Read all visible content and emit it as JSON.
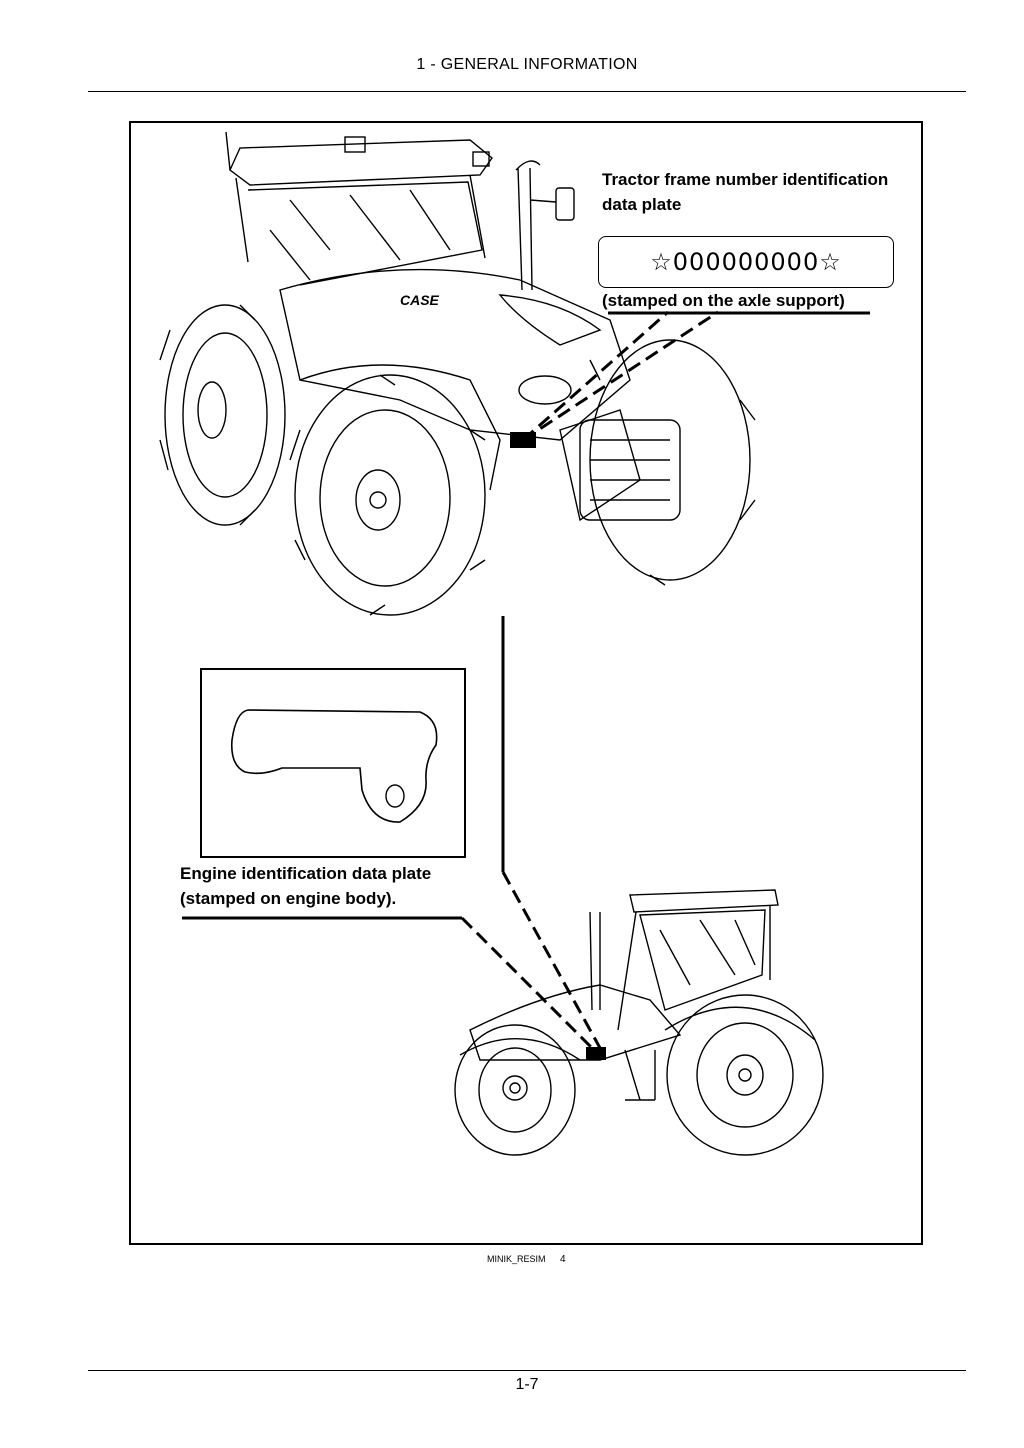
{
  "header": {
    "title": "1 - GENERAL INFORMATION"
  },
  "figure": {
    "frame_label": "Tractor frame number identification data plate",
    "frame_label_line1": "Tractor frame number identification",
    "frame_label_line2": "data plate",
    "serial_placeholder": "☆000000000☆",
    "frame_stamp_note": "(stamped on the axle support)",
    "engine_label_line1": "Engine identification data plate",
    "engine_label_line2": "(stamped on engine body).",
    "reference": "MINIK_RESIM",
    "number": "4"
  },
  "footer": {
    "page_number": "1-7"
  }
}
